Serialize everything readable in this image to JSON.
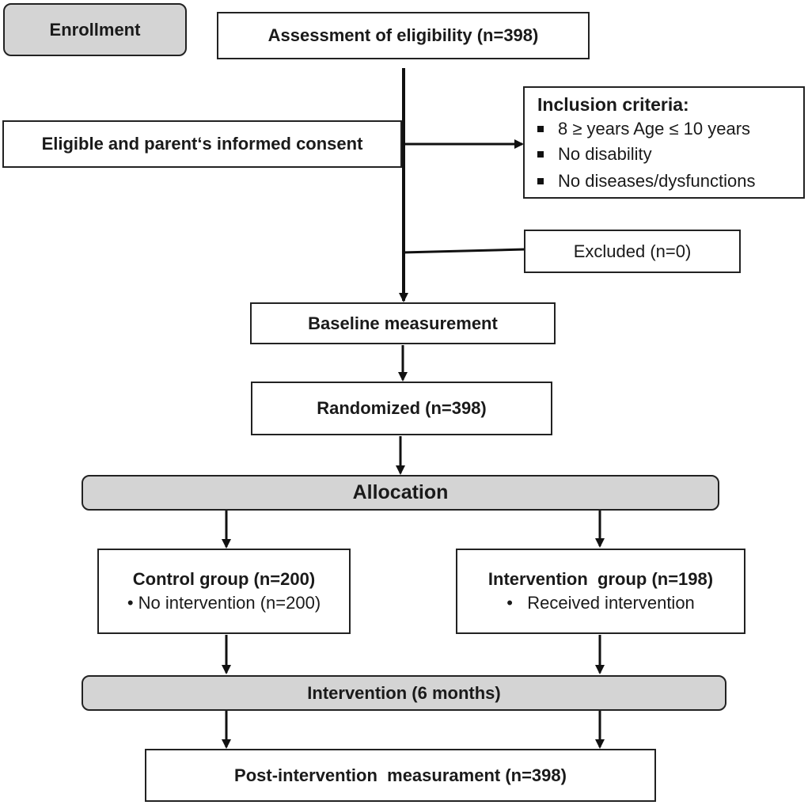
{
  "enrollment_label": "Enrollment",
  "assessment": "Assessment of eligibility (n=398)",
  "eligible": "Eligible and parent‘s informed consent",
  "inclusion": {
    "title": "Inclusion criteria:",
    "items": [
      "8 ≥ years Age ≤ 10 years",
      "No disability",
      "No diseases/dysfunctions"
    ]
  },
  "excluded": "Excluded (n=0)",
  "baseline": "Baseline measurement",
  "randomized": "Randomized (n=398)",
  "allocation": "Allocation",
  "control": {
    "title": "Control group (n=200)",
    "detail": "• No intervention (n=200)"
  },
  "intervention_group": {
    "title": "Intervention  group (n=198)",
    "detail": "•   Received intervention"
  },
  "intervention_period": "Intervention (6 months)",
  "post": "Post-intervention  measurament (n=398)"
}
